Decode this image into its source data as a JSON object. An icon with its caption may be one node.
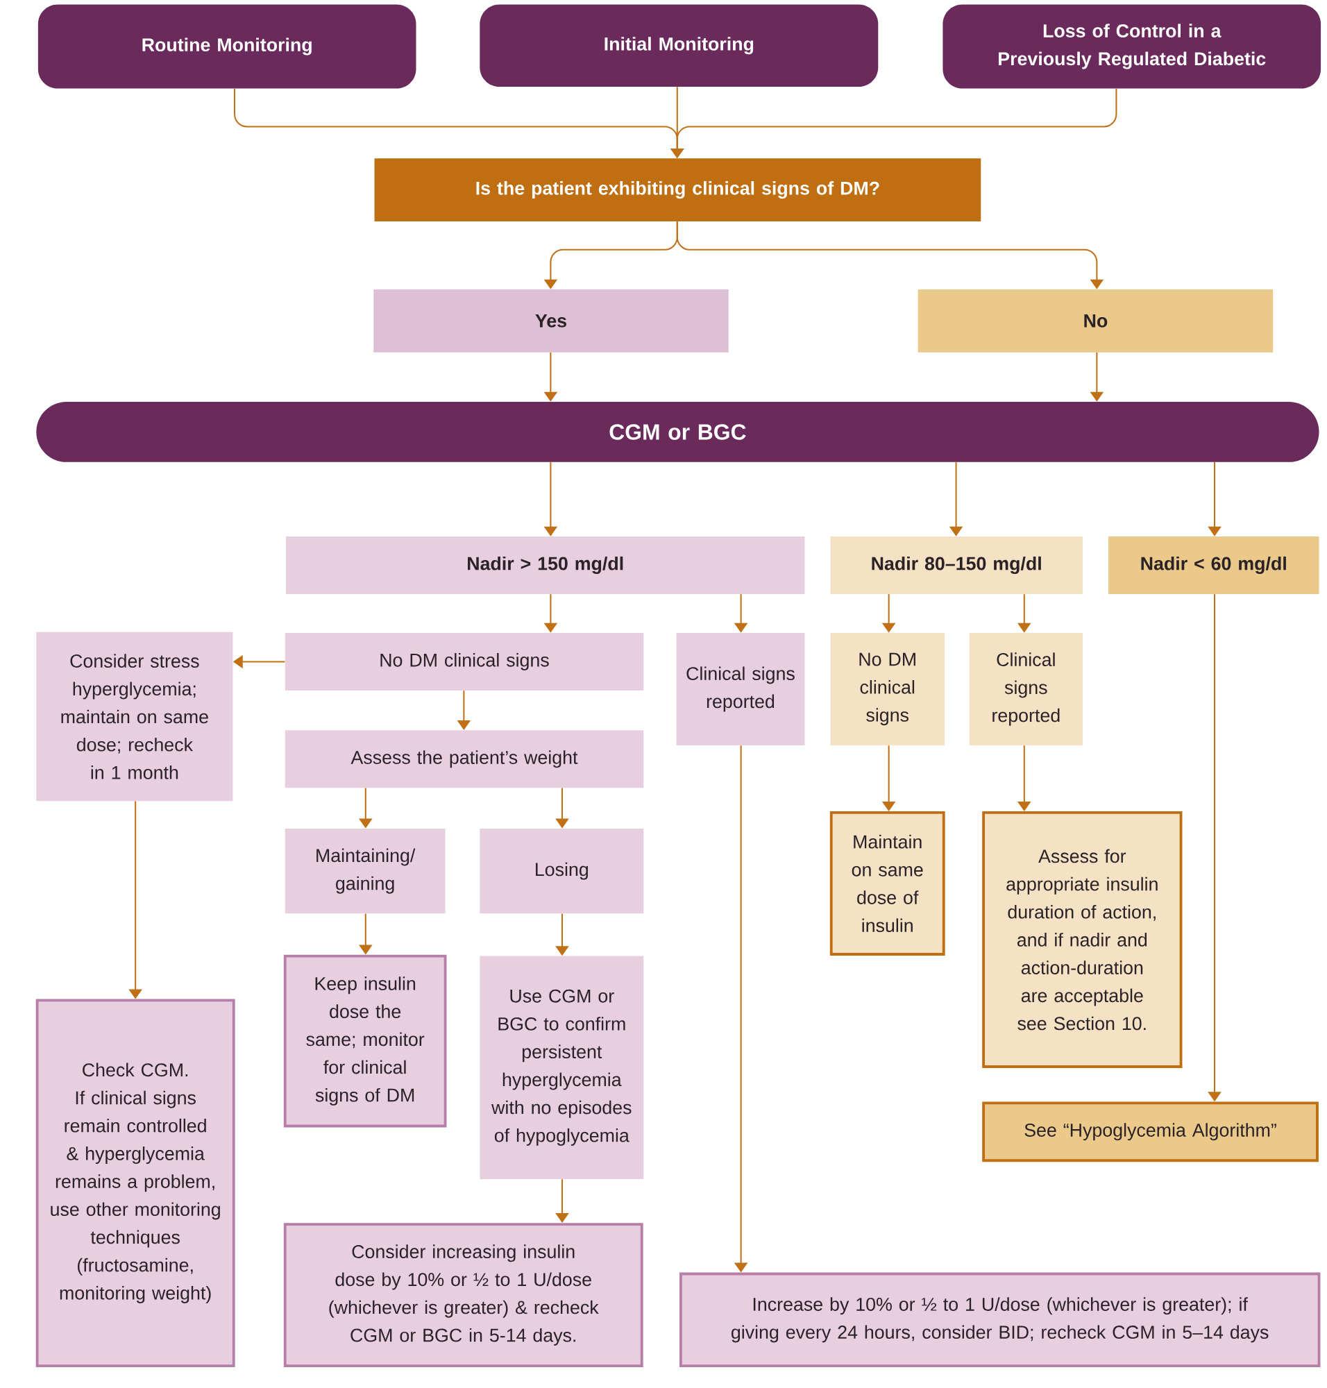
{
  "diagram": {
    "nodes": [
      {
        "text": [
          "Routine Monitoring"
        ]
      },
      {
        "text": [
          "Initial Monitoring"
        ]
      },
      {
        "text": [
          "Loss of Control in a Previously Regulated Diabetic"
        ]
      },
      {
        "text": [
          "Is the patient exhibiting clinical signs of DM?"
        ]
      },
      {
        "text": [
          "Yes"
        ]
      },
      {
        "text": [
          "No"
        ]
      },
      {
        "text": [
          "CGM or BGC"
        ]
      },
      {
        "text": [
          "Nadir > 150 mg/dl"
        ]
      },
      {
        "text": [
          "Nadir 80–150 mg/dl"
        ]
      },
      {
        "text": [
          "Nadir < 60 mg/dl"
        ]
      },
      {
        "text": [
          "Consider stress hyperglycemia; maintain on same dose; recheck in 1 month"
        ]
      },
      {
        "text": [
          "No DM clinical signs"
        ]
      },
      {
        "text": [
          "Clinical signs reported"
        ]
      },
      {
        "text": [
          "No DM clinical signs"
        ]
      },
      {
        "text": [
          "Clinical signs reported"
        ]
      },
      {
        "text": [
          "Assess the patient’s weight"
        ]
      },
      {
        "text": [
          "Maintaining/ gaining"
        ]
      },
      {
        "text": [
          "Losing"
        ]
      },
      {
        "text": [
          "Maintain on same dose of insulin"
        ]
      },
      {
        "text": [
          "Assess for appropriate insulin duration of action, and if nadir and action-duration are acceptable see Section 10."
        ]
      },
      {
        "text": [
          "Keep insulin dose the same; monitor for clinical signs of DM"
        ]
      },
      {
        "text": [
          "Use CGM or BGC to confirm persistent hyperglycemia with no episodes of hypoglycemia"
        ]
      },
      {
        "text": [
          "Check CGM. If clinical signs remain controlled & hyperglycemia remains a problem, use other monitoring techniques (fructosamine, monitoring weight)"
        ]
      },
      {
        "text": [
          "See “Hypoglycemia Algorithm”"
        ]
      },
      {
        "text": [
          "Consider increasing insulin dose by 10% or ½ to 1 U/dose (whichever is greater) & recheck CGM or BGC in 5-14 days."
        ]
      },
      {
        "text": [
          "Increase by 10% or ½ to 1 U/dose (whichever is greater); if giving every 24 hours, consider BID; recheck CGM in 5–14 days"
        ]
      }
    ],
    "edges": [
      {
        "from": 0,
        "to": 3,
        "arrow": "to"
      },
      {
        "from": 1,
        "to": 3,
        "arrow": "to"
      },
      {
        "from": 2,
        "to": 3,
        "arrow": "to"
      },
      {
        "from": 3,
        "to": 4,
        "arrow": "to"
      },
      {
        "from": 3,
        "to": 5,
        "arrow": "to"
      },
      {
        "from": 4,
        "to": 6,
        "arrow": "to"
      },
      {
        "from": 5,
        "to": 6,
        "arrow": "to"
      },
      {
        "from": 6,
        "to": 7,
        "arrow": "to"
      },
      {
        "from": 6,
        "to": 8,
        "arrow": "to"
      },
      {
        "from": 6,
        "to": 9,
        "arrow": "to"
      },
      {
        "from": 7,
        "to": 11,
        "arrow": "to"
      },
      {
        "from": 7,
        "to": 12,
        "arrow": "to"
      },
      {
        "from": 11,
        "to": 10,
        "arrow": "to"
      },
      {
        "from": 11,
        "to": 15,
        "arrow": "to"
      },
      {
        "from": 15,
        "to": 16,
        "arrow": "to"
      },
      {
        "from": 15,
        "to": 17,
        "arrow": "to"
      },
      {
        "from": 16,
        "to": 20,
        "arrow": "to"
      },
      {
        "from": 17,
        "to": 21,
        "arrow": "to"
      },
      {
        "from": 21,
        "to": 24,
        "arrow": "to"
      },
      {
        "from": 10,
        "to": 22,
        "arrow": "to"
      },
      {
        "from": 12,
        "to": 25,
        "arrow": "to"
      },
      {
        "from": 8,
        "to": 13,
        "arrow": "to"
      },
      {
        "from": 8,
        "to": 14,
        "arrow": "to"
      },
      {
        "from": 13,
        "to": 18,
        "arrow": "to"
      },
      {
        "from": 14,
        "to": 19,
        "arrow": "to"
      },
      {
        "from": 9,
        "to": 23,
        "arrow": "to"
      }
    ]
  }
}
